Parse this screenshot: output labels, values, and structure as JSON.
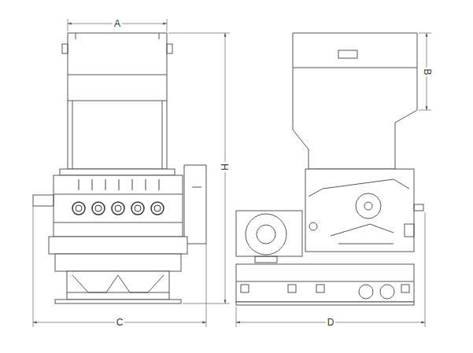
{
  "diagram": {
    "labels": [
      "A",
      "H",
      "C",
      "B",
      "D"
    ]
  }
}
